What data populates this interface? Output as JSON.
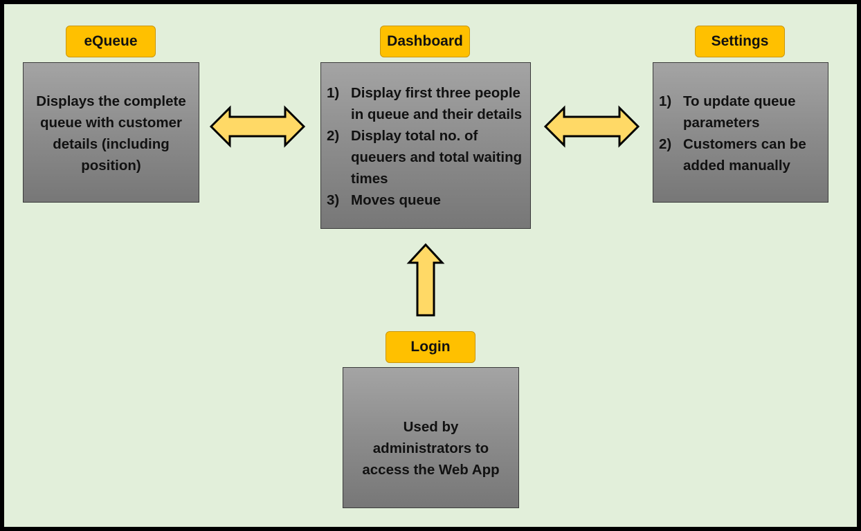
{
  "equeue": {
    "label": "eQueue",
    "description": "Displays the complete queue with customer details (including position)"
  },
  "dashboard": {
    "label": "Dashboard",
    "items": [
      {
        "num": "1)",
        "text": "Display first three people in queue and their details"
      },
      {
        "num": "2)",
        "text": "Display total no. of queuers and total waiting times"
      },
      {
        "num": "3)",
        "text": "Moves queue"
      }
    ]
  },
  "settings": {
    "label": "Settings",
    "items": [
      {
        "num": "1)",
        "text": "To update queue parameters"
      },
      {
        "num": "2)",
        "text": "Customers can be added manually"
      }
    ]
  },
  "login": {
    "label": "Login",
    "description": "Used by administrators to access the Web App"
  },
  "colors": {
    "background": "#e2efda",
    "label_fill": "#ffc000",
    "arrow_fill": "#ffd966",
    "box_top": "#a4a4a4",
    "box_bottom": "#777777"
  }
}
